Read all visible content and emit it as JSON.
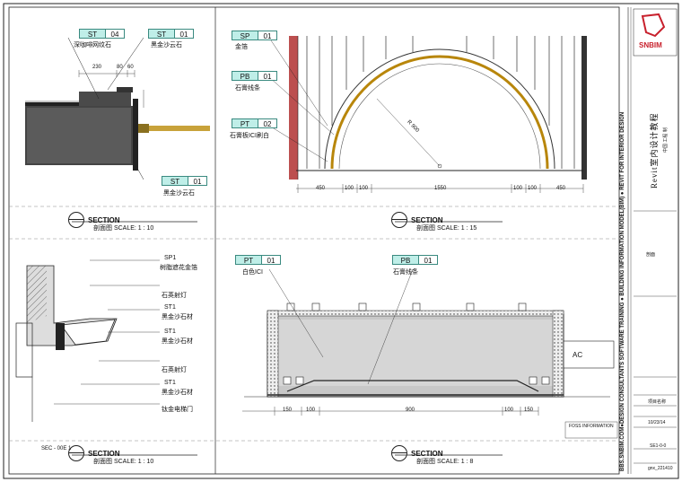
{
  "brand": {
    "logo_text": "SNBIM",
    "course": "Revit室内设计教程",
    "course_sub": "中国 工程 制"
  },
  "side_strips": {
    "left": "BBS.SNBIM.COM●DESIGN CONSULTANTS  SOFTWARE TRAINING  ● BUILDING INFORMATION MODEL(BIM)  ● REVIT FOR INTERIOR DESIGN"
  },
  "panels": {
    "tl": {
      "tags": [
        {
          "code": "ST",
          "num": "04",
          "label": "深咖啡网纹石"
        },
        {
          "code": "ST",
          "num": "01",
          "label": "黑金沙云石"
        },
        {
          "code": "ST",
          "num": "01",
          "label": "黑金沙云石"
        }
      ],
      "dims": [
        "230",
        "80",
        "60"
      ],
      "section": {
        "title": "SECTION",
        "scale": "剖面图 SCALE: 1 : 10"
      }
    },
    "tr": {
      "tags": [
        {
          "code": "SP",
          "num": "01",
          "label": "金箔"
        },
        {
          "code": "PB",
          "num": "01",
          "label": "石膏线条"
        },
        {
          "code": "PT",
          "num": "02",
          "label": "石膏板ICI刷白"
        }
      ],
      "radius": "R 900",
      "dims": [
        "450",
        "100",
        "100",
        "1550",
        "100",
        "100",
        "450"
      ],
      "section": {
        "title": "SECTION",
        "scale": "剖面图 SCALE: 1 : 15"
      }
    },
    "bl": {
      "labels": [
        "SP1",
        "树脂遮花金箔",
        "石英射灯",
        "ST1",
        "黑金沙石材",
        "ST1",
        "黑金沙石材",
        "石英射灯",
        "ST1",
        "黑金沙石材",
        "钛金电梯门"
      ],
      "section": {
        "title": "SECTION",
        "scale": "剖面图 SCALE: 1 : 10",
        "ref": "SEC - 00E 1"
      }
    },
    "br": {
      "tags": [
        {
          "code": "PT",
          "num": "01",
          "label": "白色ICI"
        },
        {
          "code": "PB",
          "num": "01",
          "label": "石膏线条"
        }
      ],
      "ac": "AC",
      "dims": [
        "150",
        "100",
        "900",
        "100",
        "150"
      ],
      "info": "FOSS INFORMATION",
      "section": {
        "title": "SECTION",
        "scale": "剖面图 SCALE: 1 : 8"
      }
    }
  },
  "title_block": {
    "project": "项目名称",
    "drawing": "剖面",
    "date": "10/23/14",
    "sheet": "SE1-0-0",
    "ref": "gnx_221410"
  },
  "colors": {
    "tag_fill": "#bfeee8",
    "tag_border": "#3a8a80",
    "gold": "#b8860b",
    "wall": "#b03030",
    "logo": "#c8202c"
  }
}
